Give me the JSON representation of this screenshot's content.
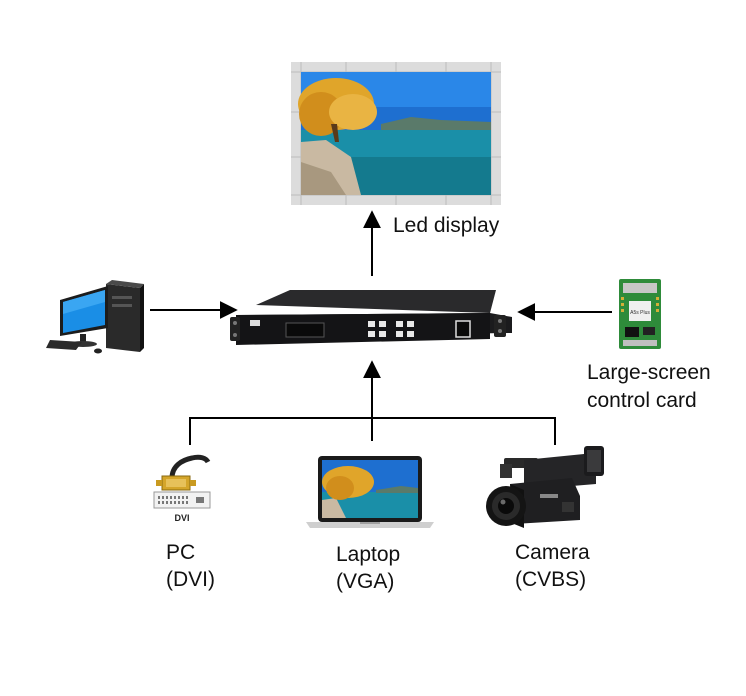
{
  "labels": {
    "led_display": "Led display",
    "control_card_line1": "Large-screen",
    "control_card_line2": "control card",
    "pc_line1": "PC",
    "pc_line2": "(DVI)",
    "laptop_line1": "Laptop",
    "laptop_line2": "(VGA)",
    "camera_line1": "Camera",
    "camera_line2": "(CVBS)",
    "dvi_connector_text": "DVI",
    "card_chip_text": "A5s Plus"
  },
  "icons": [
    "led-display",
    "desktop-computer",
    "video-processor",
    "control-card",
    "dvi-connector",
    "laptop",
    "video-camera"
  ],
  "colors": {
    "line": "#000000",
    "sky": "#1e6fd0",
    "water": "#1a8fa8",
    "tree": "#e0a52a",
    "device": "#1b1b1d",
    "pcb": "#2e8b3a"
  }
}
